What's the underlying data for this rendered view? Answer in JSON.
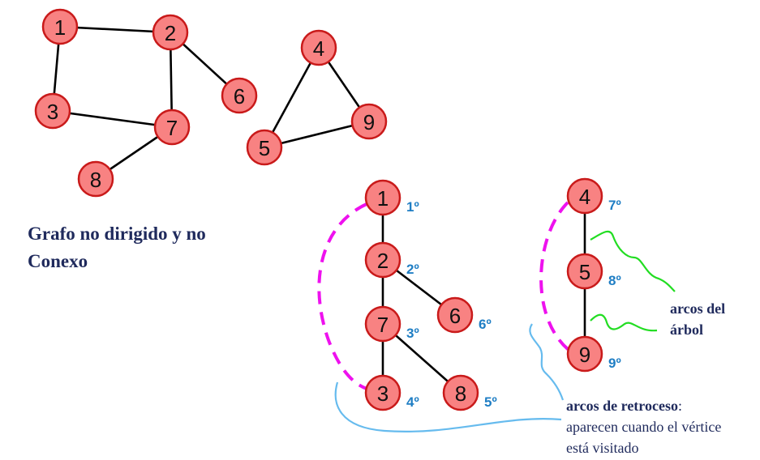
{
  "original_graph": {
    "nodes": [
      {
        "id": "1",
        "label": "1"
      },
      {
        "id": "2",
        "label": "2"
      },
      {
        "id": "3",
        "label": "3"
      },
      {
        "id": "6",
        "label": "6"
      },
      {
        "id": "7",
        "label": "7"
      },
      {
        "id": "8",
        "label": "8"
      },
      {
        "id": "4",
        "label": "4"
      },
      {
        "id": "5",
        "label": "5"
      },
      {
        "id": "9",
        "label": "9"
      }
    ],
    "edges": [
      [
        "1",
        "2"
      ],
      [
        "1",
        "3"
      ],
      [
        "2",
        "6"
      ],
      [
        "2",
        "7"
      ],
      [
        "3",
        "7"
      ],
      [
        "7",
        "8"
      ],
      [
        "4",
        "5"
      ],
      [
        "4",
        "9"
      ],
      [
        "5",
        "9"
      ]
    ]
  },
  "caption": {
    "line1": "Grafo no dirigido y no",
    "line2": "Conexo"
  },
  "spanning_forest": {
    "nodes": [
      {
        "id": "1",
        "label": "1",
        "order": "1º"
      },
      {
        "id": "2",
        "label": "2",
        "order": "2º"
      },
      {
        "id": "7",
        "label": "7",
        "order": "3º"
      },
      {
        "id": "3",
        "label": "3",
        "order": "4º"
      },
      {
        "id": "8",
        "label": "8",
        "order": "5º"
      },
      {
        "id": "6",
        "label": "6",
        "order": "6º"
      },
      {
        "id": "4",
        "label": "4",
        "order": "7º"
      },
      {
        "id": "5",
        "label": "5",
        "order": "8º"
      },
      {
        "id": "9",
        "label": "9",
        "order": "9º"
      }
    ],
    "tree_edges": [
      [
        "1",
        "2"
      ],
      [
        "2",
        "7"
      ],
      [
        "2",
        "6"
      ],
      [
        "7",
        "3"
      ],
      [
        "7",
        "8"
      ],
      [
        "4",
        "5"
      ],
      [
        "5",
        "9"
      ]
    ],
    "back_edges": [
      [
        "1",
        "3"
      ],
      [
        "4",
        "9"
      ]
    ]
  },
  "labels": {
    "tree_arcs_line1": "arcos del",
    "tree_arcs_line2": "árbol",
    "back_arcs_title": "arcos de retroceso",
    "back_arcs_colon": ":",
    "back_arcs_line2": "aparecen cuando el vértice",
    "back_arcs_line3": "está visitado"
  },
  "colors": {
    "node_fill": "#f88282",
    "node_stroke": "#c91a1a",
    "order_text": "#1f7ec4",
    "back_edge": "#ee11ee",
    "tree_pointer": "#22dd22",
    "back_pointer": "#66bbee"
  }
}
